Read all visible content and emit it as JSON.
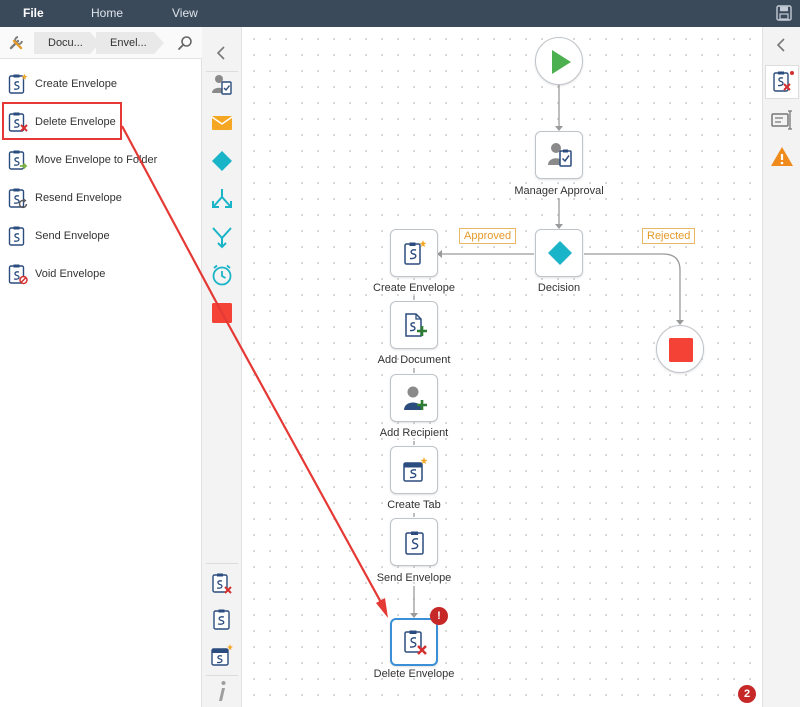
{
  "menu": {
    "file": "File",
    "home": "Home",
    "view": "View"
  },
  "breadcrumb": {
    "items": [
      "Docu...",
      "Envel..."
    ]
  },
  "actions": [
    {
      "label": "Create Envelope",
      "icon": "create-envelope-icon"
    },
    {
      "label": "Delete Envelope",
      "icon": "delete-envelope-icon"
    },
    {
      "label": "Move Envelope to Folder",
      "icon": "move-envelope-icon"
    },
    {
      "label": "Resend Envelope",
      "icon": "resend-envelope-icon"
    },
    {
      "label": "Send Envelope",
      "icon": "send-envelope-icon"
    },
    {
      "label": "Void Envelope",
      "icon": "void-envelope-icon"
    }
  ],
  "workflow": {
    "manager_approval": "Manager Approval",
    "decision": "Decision",
    "approved": "Approved",
    "rejected": "Rejected",
    "create_envelope": "Create Envelope",
    "add_document": "Add Document",
    "add_recipient": "Add Recipient",
    "create_tab": "Create Tab",
    "send_envelope": "Send Envelope",
    "delete_envelope": "Delete Envelope"
  },
  "status": {
    "issue_count": "2",
    "node_warning": "!"
  },
  "colors": {
    "menubar": "#3b4a5a",
    "start_green": "#4caf50",
    "decision_teal": "#1ab4c8",
    "stop_red": "#f44336",
    "annotation_red": "#e53935",
    "selected_blue": "#3a8fd6"
  }
}
